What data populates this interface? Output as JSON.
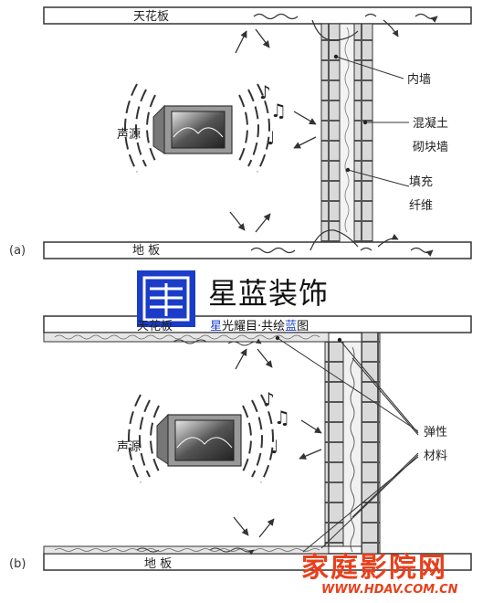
{
  "diagram_a": {
    "tag": "(a)",
    "ceiling": "天花板",
    "floor": "地 板",
    "sound_source": "声源",
    "inner_wall": "内墙",
    "concrete_block_wall": [
      "混凝土",
      "砌块墙"
    ],
    "fill_fiber": [
      "填充",
      "纤维"
    ]
  },
  "diagram_b": {
    "tag": "(b)",
    "ceiling": "天花板",
    "floor": "地 板",
    "sound_source": "声源",
    "elastic_material": [
      "弹性",
      "材料"
    ]
  },
  "watermark": {
    "brand_name": "星蓝装饰",
    "slogan_parts": [
      "星",
      "光耀目·共绘",
      "蓝",
      "图"
    ],
    "site_name": "家庭影院网",
    "site_url": "WWW.HDAV.COM.CN"
  },
  "colors": {
    "line": "#333333",
    "block_fill": "#d9d9d9",
    "brand_blue": "#1a3cc8",
    "site_red": "#e8401c"
  }
}
